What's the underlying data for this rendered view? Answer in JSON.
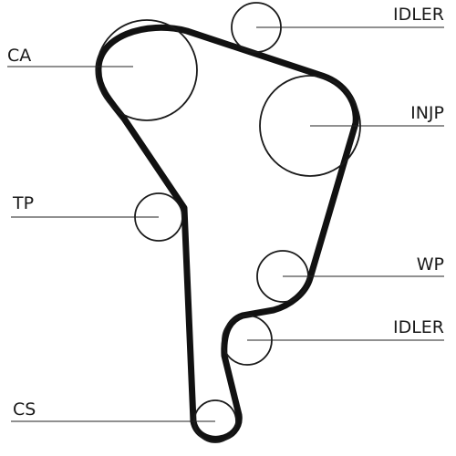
{
  "labels": {
    "idler_top": "IDLER",
    "ca": "CA",
    "injp": "INJP",
    "tp": "TP",
    "wp": "WP",
    "idler_bottom": "IDLER",
    "cs": "CS"
  },
  "colors": {
    "belt": "#111111",
    "line": "#1a1a1a",
    "background": "#ffffff"
  }
}
